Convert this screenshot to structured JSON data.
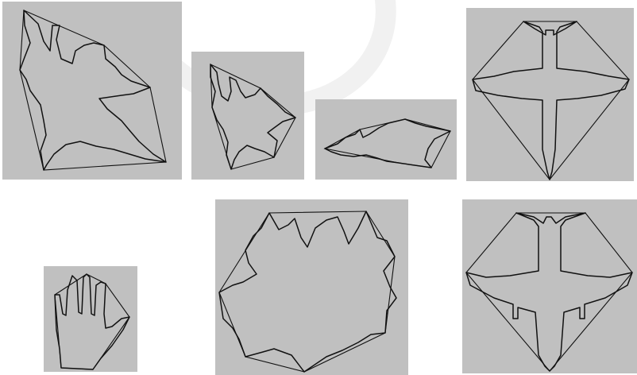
{
  "figure": {
    "background": "#ffffff",
    "panel_color": "#c0c0c0",
    "line_color": "#111111",
    "panels": [
      {
        "id": "panel-1",
        "subject": "bird-silhouette-large",
        "hull": "convex"
      },
      {
        "id": "panel-2",
        "subject": "bird-silhouette-medium",
        "hull": "convex"
      },
      {
        "id": "panel-3",
        "subject": "bird-silhouette-flattened",
        "hull": "convex"
      },
      {
        "id": "panel-4",
        "subject": "airplane-silhouette",
        "hull": "convex"
      },
      {
        "id": "panel-5",
        "subject": "hand-silhouette",
        "hull": "convex"
      },
      {
        "id": "panel-6",
        "subject": "leaf-silhouette",
        "hull": "convex"
      },
      {
        "id": "panel-7",
        "subject": "airplane-silhouette-engines",
        "hull": "convex"
      }
    ]
  }
}
